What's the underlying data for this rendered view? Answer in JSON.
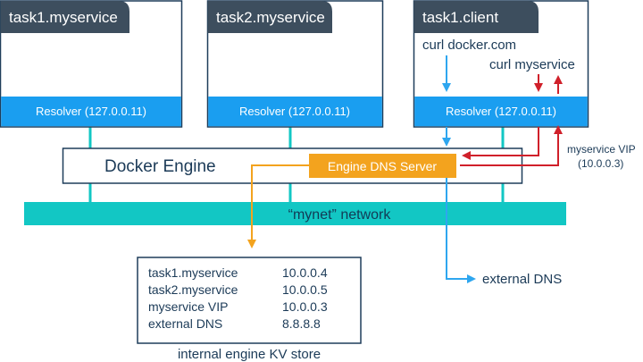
{
  "containers": [
    {
      "name": "task1.myservice",
      "resolver": "Resolver (127.0.0.11)"
    },
    {
      "name": "task2.myservice",
      "resolver": "Resolver (127.0.0.11)"
    },
    {
      "name": "task1.client",
      "resolver": "Resolver (127.0.0.11)"
    }
  ],
  "client_commands": {
    "curl_docker": "curl docker.com",
    "curl_myservice": "curl myservice"
  },
  "engine": {
    "label": "Docker Engine",
    "dns_server": "Engine DNS Server"
  },
  "network": {
    "label": "“mynet” network"
  },
  "vip_note": {
    "line1": "myservice VIP",
    "line2": "(10.0.0.3)"
  },
  "external": {
    "label": "external DNS"
  },
  "kv_store": {
    "caption": "internal engine KV store",
    "rows": [
      {
        "name": "task1.myservice",
        "ip": "10.0.0.4"
      },
      {
        "name": "task2.myservice",
        "ip": "10.0.0.5"
      },
      {
        "name": "myservice VIP",
        "ip": "10.0.0.3"
      },
      {
        "name": "external DNS",
        "ip": "8.8.8.8"
      }
    ]
  },
  "colors": {
    "header": "#3d4e5e",
    "resolver": "#1a9ef0",
    "network": "#12c7c4",
    "dns_server": "#f3a31e",
    "request_arrow": "#d0202a",
    "blue_arrow": "#2ea6ef",
    "box_border": "#1e3d5a"
  }
}
